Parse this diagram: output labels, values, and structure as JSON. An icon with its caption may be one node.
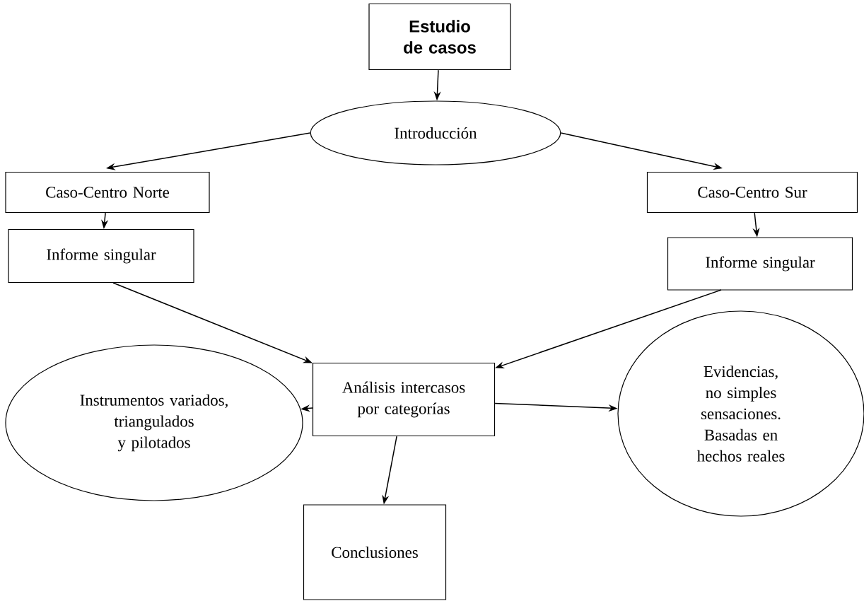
{
  "diagram": {
    "nodes": [
      {
        "text": [
          "Estudio de casos"
        ]
      },
      {
        "text": [
          "Introducción"
        ]
      },
      {
        "text": [
          "Caso-Centro Norte"
        ]
      },
      {
        "text": [
          "Caso-Centro Sur"
        ]
      },
      {
        "text": [
          "Informe singular"
        ]
      },
      {
        "text": [
          "Informe singular"
        ]
      },
      {
        "text": [
          "Análisis intercasos por categorías"
        ]
      },
      {
        "text": [
          "Instrumentos variados, triangulados y pilotados"
        ]
      },
      {
        "text": [
          "Evidencias, no simples sensaciones. Basadas en hechos reales"
        ]
      },
      {
        "text": [
          "Conclusiones"
        ]
      }
    ],
    "edges": [
      {
        "from": 0,
        "to": 1,
        "arrow": "to"
      },
      {
        "from": 1,
        "to": 2,
        "arrow": "to"
      },
      {
        "from": 1,
        "to": 3,
        "arrow": "to"
      },
      {
        "from": 2,
        "to": 4,
        "arrow": "to"
      },
      {
        "from": 3,
        "to": 5,
        "arrow": "to"
      },
      {
        "from": 4,
        "to": 6,
        "arrow": "to"
      },
      {
        "from": 5,
        "to": 6,
        "arrow": "to"
      },
      {
        "from": 6,
        "to": 7,
        "arrow": "to"
      },
      {
        "from": 6,
        "to": 8,
        "arrow": "to"
      },
      {
        "from": 6,
        "to": 9,
        "arrow": "to"
      }
    ]
  }
}
